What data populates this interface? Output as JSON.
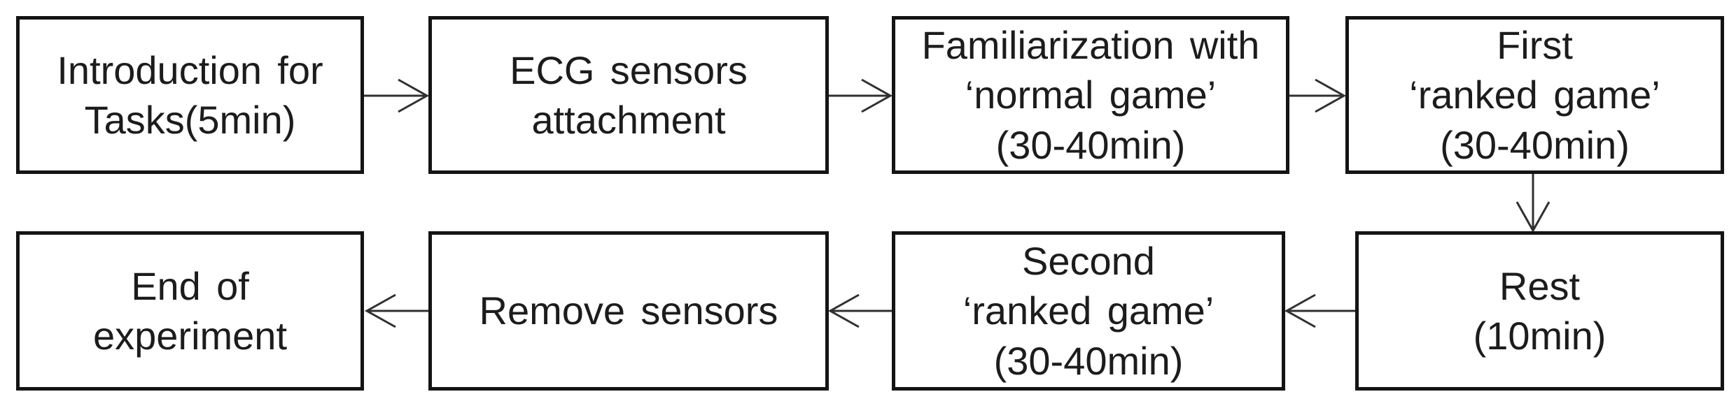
{
  "diagram": {
    "nodes": [
      {
        "id": "introduction",
        "label": "Introduction for\nTasks(5min)"
      },
      {
        "id": "ecg-attachment",
        "label": "ECG sensors\nattachment"
      },
      {
        "id": "familiarization",
        "label": "Familiarization with\n‘normal game’\n(30-40min)"
      },
      {
        "id": "first-ranked-game",
        "label": "First\n‘ranked game’\n(30-40min)"
      },
      {
        "id": "rest",
        "label": "Rest\n(10min)"
      },
      {
        "id": "second-ranked-game",
        "label": "Second\n‘ranked game’\n(30-40min)"
      },
      {
        "id": "remove-sensors",
        "label": "Remove sensors"
      },
      {
        "id": "end-of-experiment",
        "label": "End of\nexperiment"
      }
    ],
    "edges": [
      {
        "from": "introduction",
        "to": "ecg-attachment",
        "direction": "right"
      },
      {
        "from": "ecg-attachment",
        "to": "familiarization",
        "direction": "right"
      },
      {
        "from": "familiarization",
        "to": "first-ranked-game",
        "direction": "right"
      },
      {
        "from": "first-ranked-game",
        "to": "rest",
        "direction": "down"
      },
      {
        "from": "rest",
        "to": "second-ranked-game",
        "direction": "left"
      },
      {
        "from": "second-ranked-game",
        "to": "remove-sensors",
        "direction": "left"
      },
      {
        "from": "remove-sensors",
        "to": "end-of-experiment",
        "direction": "left"
      }
    ],
    "colors": {
      "background": "#ffffff",
      "box_fill": "#ffffff",
      "box_border": "#141414",
      "text": "#1c1c1c",
      "arrow": "#303030"
    }
  }
}
